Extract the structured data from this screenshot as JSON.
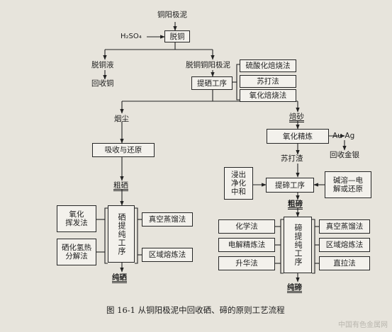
{
  "top": "铜阳极泥",
  "reagent": "H₂SO₄",
  "decopper": "脱铜",
  "leach_solution": "脱铜液",
  "recover_copper": "回收铜",
  "decopper_slime": "脱铜铜阳极泥",
  "extract_se": "提硒工序",
  "se_methods": [
    "硫酸化焙烧法",
    "苏打法",
    "氧化焙烧法"
  ],
  "dust": "烟尘",
  "absorb_reduce": "吸收与还原",
  "crude_se": "粗硒",
  "se_left_methods": [
    "氧化\n挥发法",
    "硒化氢热\n分解法"
  ],
  "se_purify": "硒提纯工序",
  "se_right_methods": [
    "真空蒸馏法",
    "区域熔炼法"
  ],
  "pure_se": "纯硒",
  "calcine": "焙砂",
  "oxidize_smelt": "氧化精炼",
  "au_ag": "Au-Ag",
  "recover_au_ag": "回收金银",
  "soda_slag": "苏打渣",
  "leach_box": "浸出\n净化\n中和",
  "extract_te": "提碲工序",
  "alkali_box": "碱溶—电\n解或还原",
  "crude_te": "粗碲",
  "te_left_methods": [
    "化学法",
    "电解精炼法",
    "升华法"
  ],
  "te_purify": "碲提纯工序",
  "te_right_methods": [
    "真空蒸馏法",
    "区域熔炼法",
    "直拉法"
  ],
  "pure_te": "纯碲",
  "caption": "图 16-1   从铜阳极泥中回收硒、碲的原则工艺流程",
  "watermark": "中国有色金属网"
}
